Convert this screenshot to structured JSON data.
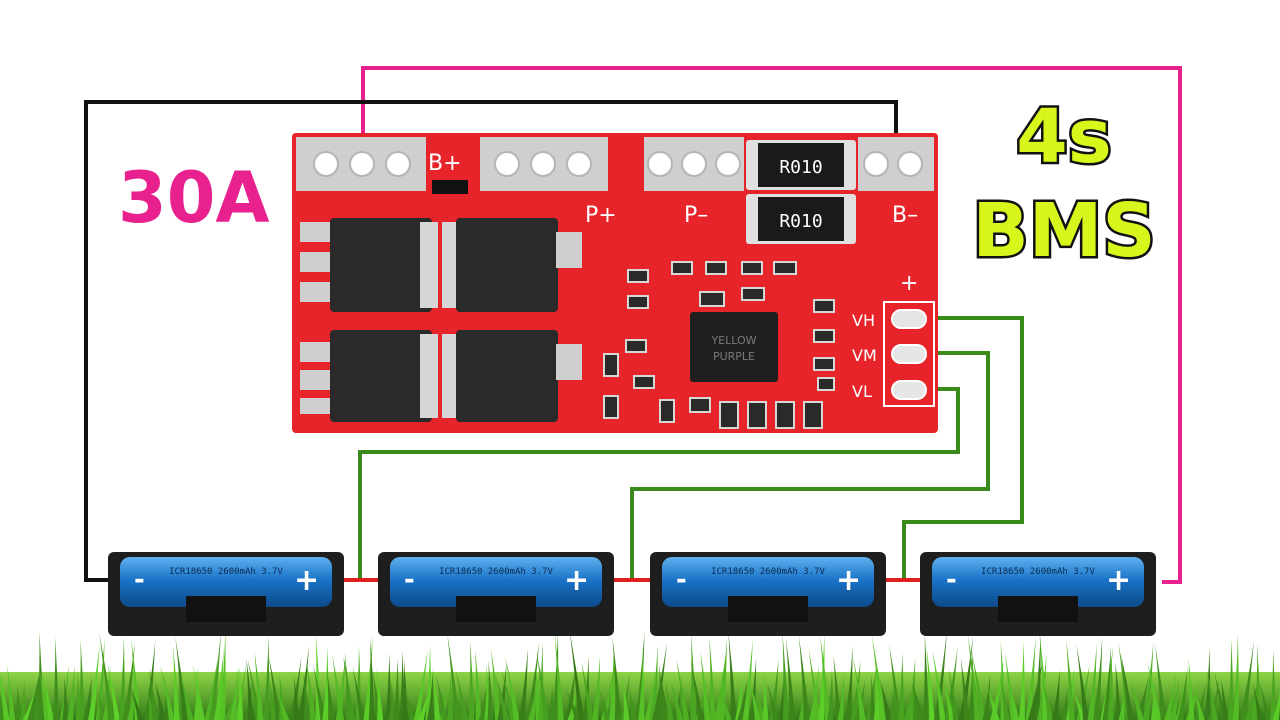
{
  "labels": {
    "current": "30A",
    "series": "4s",
    "type": "BMS"
  },
  "board": {
    "pad_b_plus": "B+",
    "pad_p_plus": "P+",
    "pad_p_minus": "P–",
    "pad_b_minus": "B–",
    "plus": "+",
    "resistor_1": "R010",
    "resistor_2": "R010",
    "tap_vh": "VH",
    "tap_vm": "VM",
    "tap_vl": "VL",
    "chip_text_1": "YELLOW",
    "chip_text_2": "PURPLE"
  },
  "batteries": [
    {
      "minus": "-",
      "plus": "+",
      "spec": "ICR18650 2600mAh 3.7V"
    },
    {
      "minus": "-",
      "plus": "+",
      "spec": "ICR18650 2600mAh 3.7V"
    },
    {
      "minus": "-",
      "plus": "+",
      "spec": "ICR18650 2600mAh 3.7V"
    },
    {
      "minus": "-",
      "plus": "+",
      "spec": "ICR18650 2600mAh 3.7V"
    }
  ],
  "colors": {
    "board": "#e8242b",
    "pink_wire": "#e8218f",
    "black_wire": "#111111",
    "green_wire": "#3a8a1c",
    "battery": "#1b74c8",
    "holder": "#222222",
    "label_yellow": "#d8f51c",
    "grass": "#4ea62a"
  }
}
